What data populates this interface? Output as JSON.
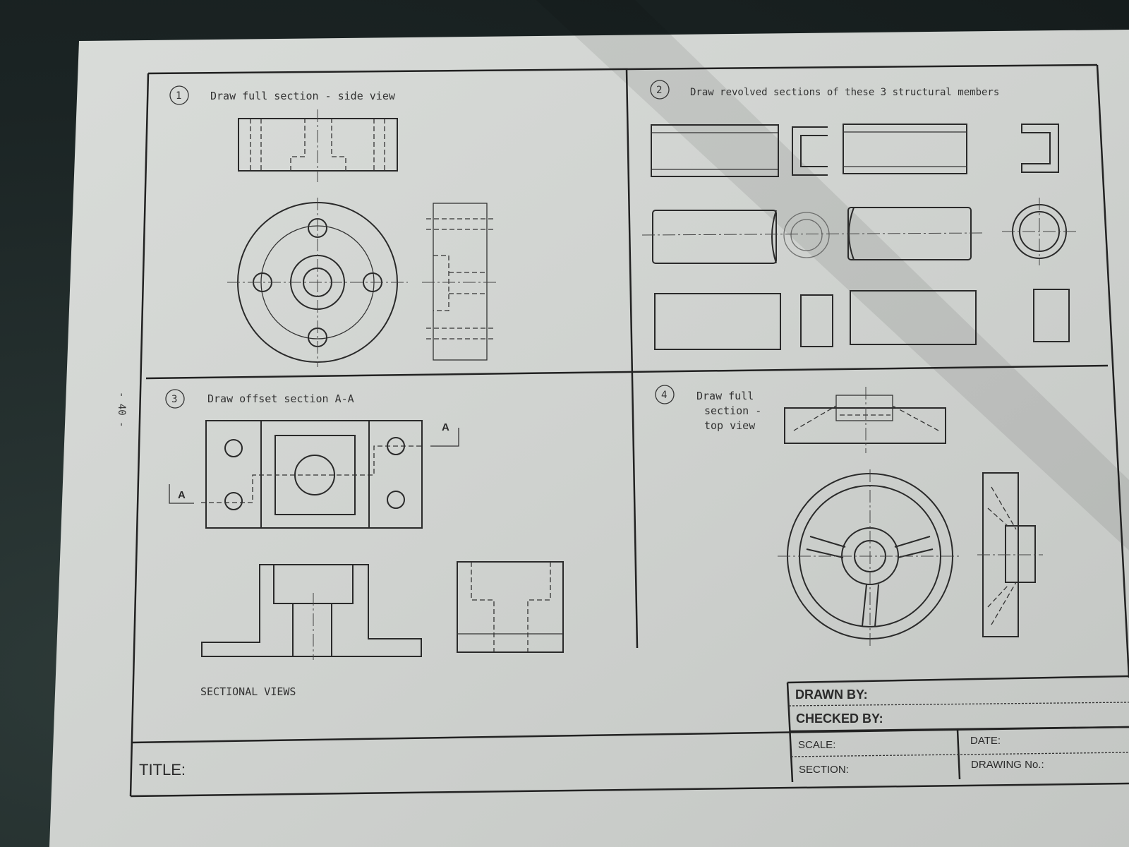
{
  "page_number": "- 40 -",
  "exercises": [
    {
      "number": "1",
      "instruction": "Draw full section - side view"
    },
    {
      "number": "2",
      "instruction": "Draw revolved sections of these 3 structural members"
    },
    {
      "number": "3",
      "instruction": "Draw offset section A-A",
      "section_marker": "A",
      "caption": "SECTIONAL VIEWS"
    },
    {
      "number": "4",
      "instruction_lines": [
        "Draw full",
        "section -",
        "top view"
      ]
    }
  ],
  "title_block": {
    "title_label": "TITLE:",
    "drawn_by_label": "DRAWN BY:",
    "checked_by_label": "CHECKED BY:",
    "scale_label": "SCALE:",
    "date_label": "DATE:",
    "section_label": "SECTION:",
    "drawing_no_label": "DRAWING No.:"
  }
}
